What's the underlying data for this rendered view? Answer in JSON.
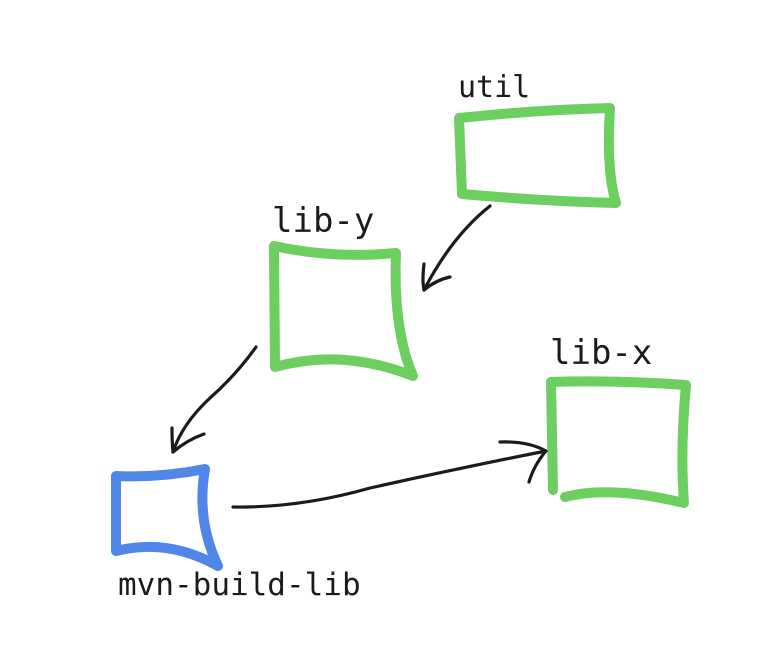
{
  "diagram": {
    "nodes": [
      {
        "id": "util",
        "label": "util",
        "color": "#6dcf5f"
      },
      {
        "id": "lib-y",
        "label": "lib-y",
        "color": "#6dcf5f"
      },
      {
        "id": "lib-x",
        "label": "lib-x",
        "color": "#6dcf5f"
      },
      {
        "id": "mvn-build-lib",
        "label": "mvn-build-lib",
        "color": "#4f86e8"
      }
    ],
    "edges": [
      {
        "from": "util",
        "to": "lib-y"
      },
      {
        "from": "lib-y",
        "to": "mvn-build-lib"
      },
      {
        "from": "mvn-build-lib",
        "to": "lib-x"
      }
    ],
    "colors": {
      "dependency_node": "#6dcf5f",
      "build_node": "#4f86e8",
      "arrow": "#1b1b1b"
    }
  }
}
